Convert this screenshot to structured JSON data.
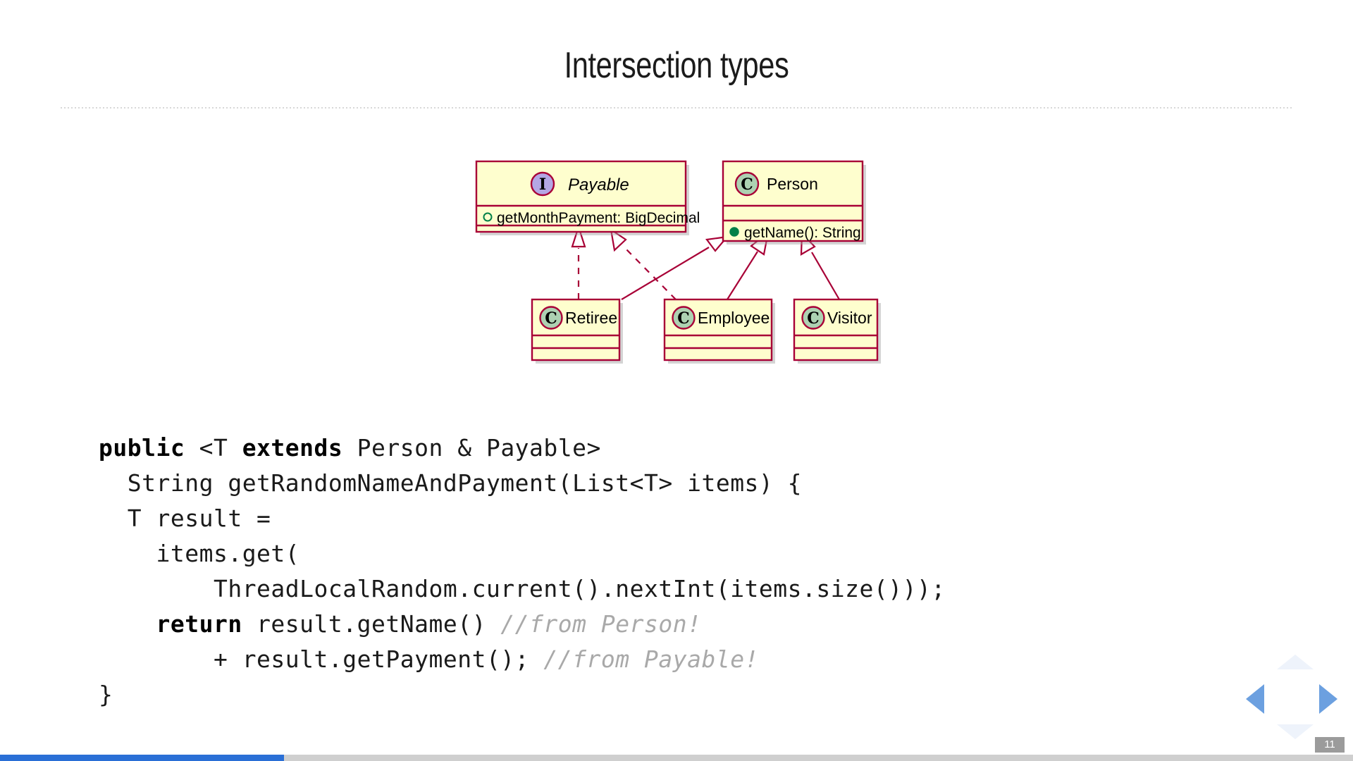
{
  "slide": {
    "title": "Intersection types",
    "number": "11",
    "progress_percent": 21
  },
  "diagram": {
    "type": "uml-class-diagram",
    "nodes": [
      {
        "id": "payable",
        "stereotype": "I",
        "stereotype_kind": "interface",
        "name": "Payable",
        "italic": true,
        "fields": [],
        "methods": [
          {
            "visibility": "abstract",
            "marker": "circle-open",
            "text": "getMonthPayment: BigDecimal"
          }
        ]
      },
      {
        "id": "person",
        "stereotype": "C",
        "stereotype_kind": "class",
        "name": "Person",
        "italic": false,
        "fields": [],
        "methods": [
          {
            "visibility": "public",
            "marker": "circle-filled",
            "text": "getName(): String"
          }
        ]
      },
      {
        "id": "retiree",
        "stereotype": "C",
        "stereotype_kind": "class",
        "name": "Retiree",
        "italic": false,
        "fields": [],
        "methods": []
      },
      {
        "id": "employee",
        "stereotype": "C",
        "stereotype_kind": "class",
        "name": "Employee",
        "italic": false,
        "fields": [],
        "methods": []
      },
      {
        "id": "visitor",
        "stereotype": "C",
        "stereotype_kind": "class",
        "name": "Visitor",
        "italic": false,
        "fields": [],
        "methods": []
      }
    ],
    "edges": [
      {
        "from": "retiree",
        "to": "payable",
        "kind": "realization",
        "style": "dashed"
      },
      {
        "from": "employee",
        "to": "payable",
        "kind": "realization",
        "style": "dashed"
      },
      {
        "from": "retiree",
        "to": "person",
        "kind": "generalization",
        "style": "solid"
      },
      {
        "from": "employee",
        "to": "person",
        "kind": "generalization",
        "style": "solid"
      },
      {
        "from": "visitor",
        "to": "person",
        "kind": "generalization",
        "style": "solid"
      }
    ],
    "colors": {
      "box_fill": "#FEFECE",
      "box_border": "#A80036",
      "interface_circle": "#B4A7E5",
      "class_circle": "#ADD1B2",
      "shadow": "#A0A0A0",
      "method_marker_open": "#038048",
      "method_marker_filled": "#038048"
    }
  },
  "code": {
    "language": "java",
    "lines": [
      {
        "indent": 0,
        "parts": [
          {
            "t": "public ",
            "s": "kw"
          },
          {
            "t": "<T ",
            "s": ""
          },
          {
            "t": "extends ",
            "s": "kw"
          },
          {
            "t": "Person & Payable>",
            "s": ""
          }
        ]
      },
      {
        "indent": 2,
        "parts": [
          {
            "t": "String getRandomNameAndPayment(List<T> items) {",
            "s": ""
          }
        ]
      },
      {
        "indent": 2,
        "parts": [
          {
            "t": "T result =",
            "s": ""
          }
        ]
      },
      {
        "indent": 4,
        "parts": [
          {
            "t": "items.get(",
            "s": ""
          }
        ]
      },
      {
        "indent": 8,
        "parts": [
          {
            "t": "ThreadLocalRandom.current().nextInt(items.size()));",
            "s": ""
          }
        ]
      },
      {
        "indent": 4,
        "parts": [
          {
            "t": "return ",
            "s": "kw"
          },
          {
            "t": "result.getName() ",
            "s": ""
          },
          {
            "t": "//from Person!",
            "s": "cmt"
          }
        ]
      },
      {
        "indent": 8,
        "parts": [
          {
            "t": "+ result.getPayment(); ",
            "s": ""
          },
          {
            "t": "//from Payable!",
            "s": "cmt"
          }
        ]
      },
      {
        "indent": 0,
        "parts": [
          {
            "t": "}",
            "s": ""
          }
        ]
      }
    ]
  },
  "controls": {
    "prev_label": "Previous slide",
    "next_label": "Next slide",
    "up_label": "Up",
    "down_label": "Down",
    "accent_active": "#6ca0e0",
    "accent_disabled": "#eef3fb",
    "progress_color": "#2a6fd6"
  }
}
